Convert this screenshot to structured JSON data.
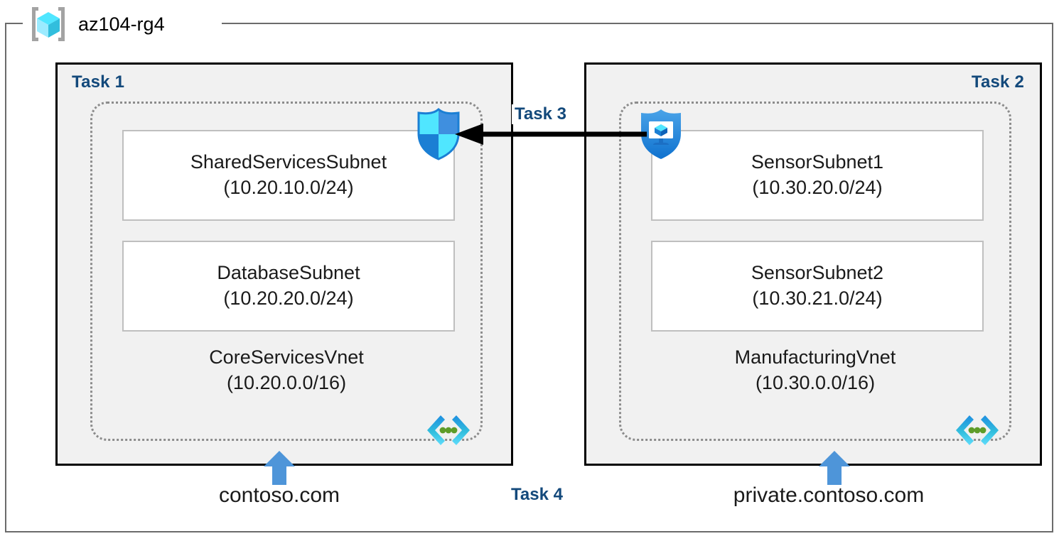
{
  "resource_group": {
    "name": "az104-rg4",
    "icon": "azure-resource-group-cube-icon"
  },
  "tasks": {
    "task1_label": "Task 1",
    "task2_label": "Task 2",
    "task3_label": "Task 3",
    "task4_label": "Task 4"
  },
  "vnets": [
    {
      "task": "Task 1",
      "name": "CoreServicesVnet",
      "cidr": "(10.20.0.0/16)",
      "icon": "virtual-network-icon",
      "subnets": [
        {
          "name": "SharedServicesSubnet",
          "cidr": "(10.20.10.0/24)"
        },
        {
          "name": "DatabaseSubnet",
          "cidr": "(10.20.20.0/24)"
        }
      ]
    },
    {
      "task": "Task 2",
      "name": "ManufacturingVnet",
      "cidr": "(10.30.0.0/16)",
      "icon": "virtual-network-icon",
      "subnets": [
        {
          "name": "SensorSubnet1",
          "cidr": "(10.30.20.0/24)"
        },
        {
          "name": "SensorSubnet2",
          "cidr": "(10.30.21.0/24)"
        }
      ]
    }
  ],
  "icons": {
    "firewall_shield": "shield-icon",
    "protected_vm_shield": "shield-vm-icon",
    "peering_arrow": "left-arrow-icon",
    "dns_arrow": "up-arrow-icon"
  },
  "dns_zones": [
    {
      "name": "contoso.com",
      "side": "left"
    },
    {
      "name": "private.contoso.com",
      "side": "right"
    }
  ],
  "colors": {
    "task_label": "#13497b",
    "box_fill": "#f1f1f1",
    "box_border": "#000000",
    "vnet_border": "#8c8c8c",
    "subnet_border": "#bfbfbf",
    "frame_border": "#6b6b6b",
    "arrow_blue": "#4e95d9",
    "shield_cyan": "#50e6ff",
    "shield_blue": "#0078d4",
    "bracket_cyan": "#32bedd",
    "dot_green": "#5e9c28"
  }
}
